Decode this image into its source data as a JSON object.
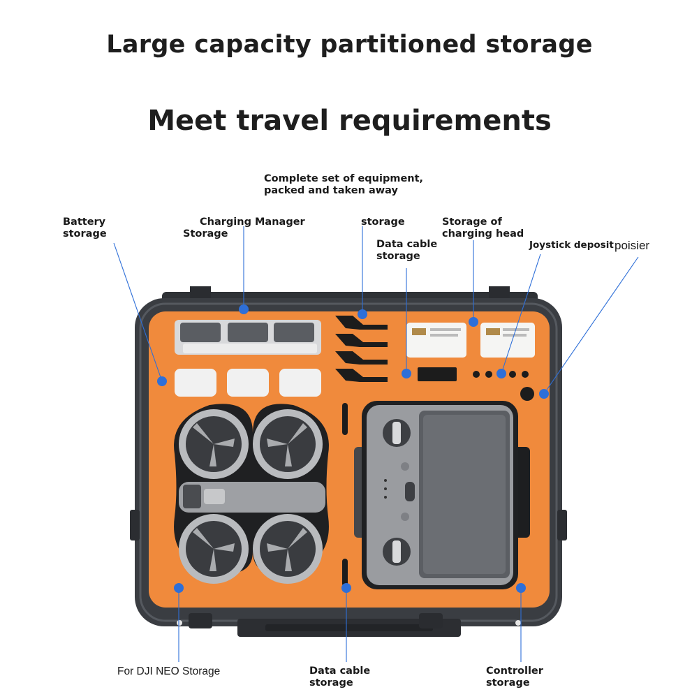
{
  "headings": {
    "line1": "Large capacity partitioned storage",
    "line2": "Meet travel requirements"
  },
  "labels": {
    "complete_set": [
      "Complete set of equipment,",
      "packed and taken away"
    ],
    "battery_storage": [
      "Battery",
      "storage"
    ],
    "charging_manager": [
      "Charging Manager",
      "Storage"
    ],
    "storage": "storage",
    "data_cable_top": [
      "Data cable",
      "storage"
    ],
    "charging_head": [
      "Storage of",
      "charging head"
    ],
    "joystick_deposit": "Joystick deposit",
    "poisier": "poisier",
    "neo_storage": "For DJI NEO Storage",
    "data_cable_bottom": [
      "Data cable",
      "storage"
    ],
    "controller_storage": [
      "Controller",
      "storage"
    ]
  },
  "colors": {
    "case_shell": "#3a3d42",
    "foam": "#f08a3c",
    "pointer": "#2e6fd8",
    "heading": "#1e1e1e"
  }
}
